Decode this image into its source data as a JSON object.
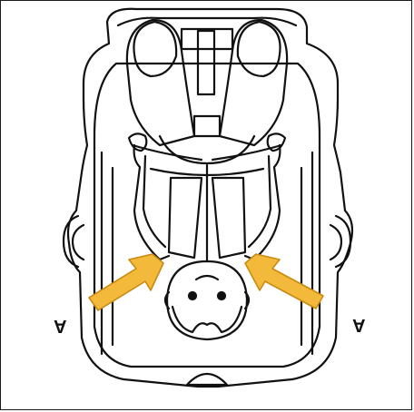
{
  "illustration": {
    "subject": "child-seat-harness-diagram",
    "colors": {
      "line": "#111111",
      "arrow_fill": "#f2b93a",
      "arrow_stroke": "#c98a12",
      "background": "#ffffff"
    },
    "labels": {
      "left_marker": "A",
      "right_marker": "A"
    },
    "icons": [
      "harness-arrow-left-icon",
      "harness-arrow-right-icon"
    ]
  }
}
